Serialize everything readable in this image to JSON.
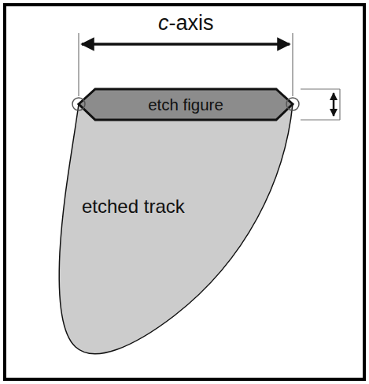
{
  "diagram": {
    "nodes": [
      {
        "text": [
          "etch figure"
        ]
      },
      {
        "text": [
          "etched track"
        ]
      }
    ],
    "labels": [
      "c-axis"
    ]
  }
}
